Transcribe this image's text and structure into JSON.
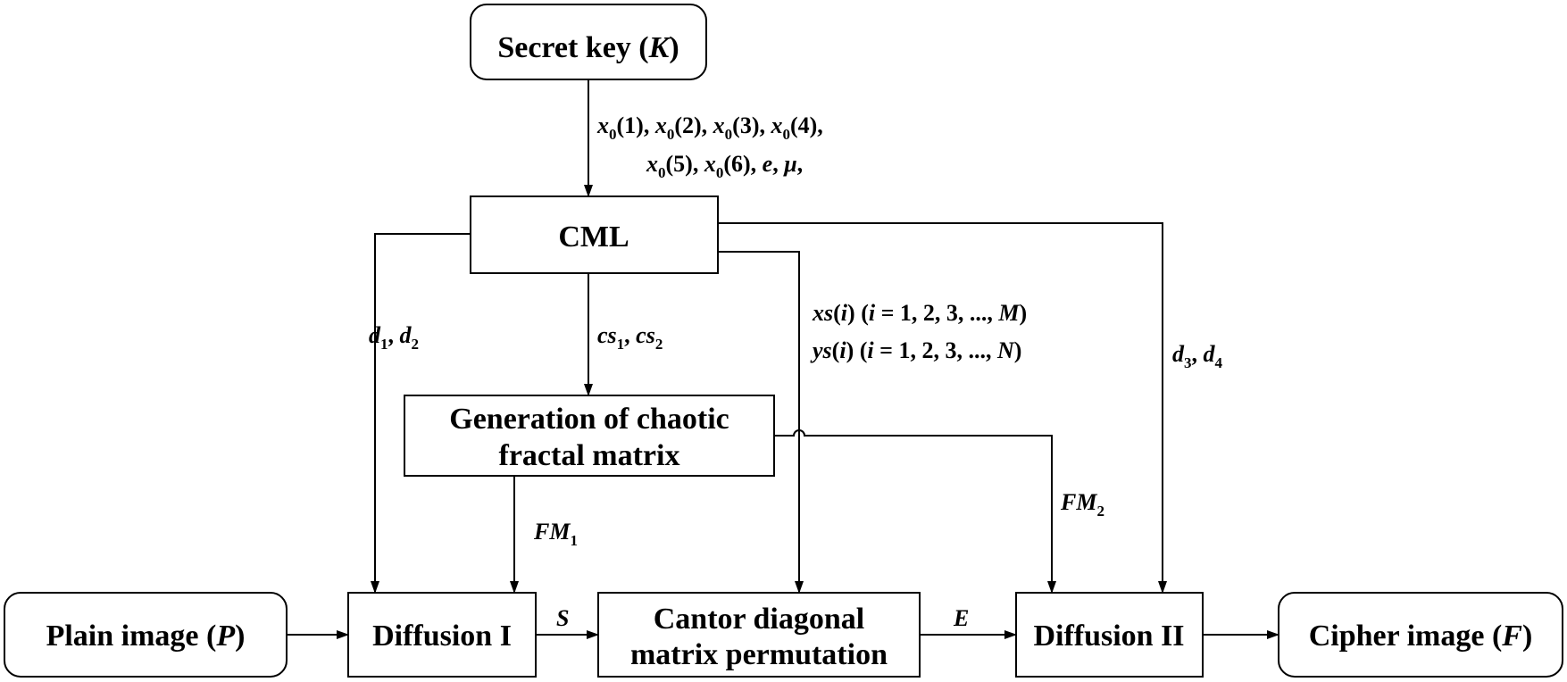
{
  "nodes": {
    "secret_key": {
      "text": "Secret key (",
      "var": "K",
      "close": ")"
    },
    "cml": {
      "text": "CML"
    },
    "generation": {
      "line1": "Generation of chaotic",
      "line2": "fractal matrix"
    },
    "plain_image": {
      "text": "Plain image (",
      "var": "P",
      "close": ")"
    },
    "diffusion1": {
      "text": "Diffusion I"
    },
    "cantor": {
      "line1": "Cantor diagonal",
      "line2": "matrix permutation"
    },
    "diffusion2": {
      "text": "Diffusion II"
    },
    "cipher_image": {
      "text": "Cipher image (",
      "var": "F",
      "close": ")"
    }
  },
  "edges": {
    "key_to_cml": {
      "line1": [
        "x",
        "0",
        "(1), ",
        "x",
        "0",
        "(2), ",
        "x",
        "0",
        "(3), ",
        "x",
        "0",
        "(4),"
      ],
      "line2": [
        "x",
        "0",
        "(5), ",
        "x",
        "0",
        "(6), ",
        "e",
        ", ",
        "μ",
        ","
      ]
    },
    "d1d2": [
      "d",
      "1",
      ", ",
      "d",
      "2"
    ],
    "cs1cs2": [
      "cs",
      "1",
      ", ",
      "cs",
      "2"
    ],
    "xs_ys": {
      "line1": [
        "xs",
        "(",
        "i",
        ") (",
        "i",
        " = 1, 2, 3, ..., ",
        "M",
        ")"
      ],
      "line2": [
        "ys",
        "(",
        "i",
        ") (",
        "i",
        " = 1, 2, 3, ..., ",
        "N",
        ")"
      ]
    },
    "d3d4": [
      "d",
      "3",
      ", ",
      "d",
      "4"
    ],
    "fm1": [
      "FM",
      "1"
    ],
    "fm2": [
      "FM",
      "2"
    ],
    "s": "S",
    "e": "E"
  }
}
